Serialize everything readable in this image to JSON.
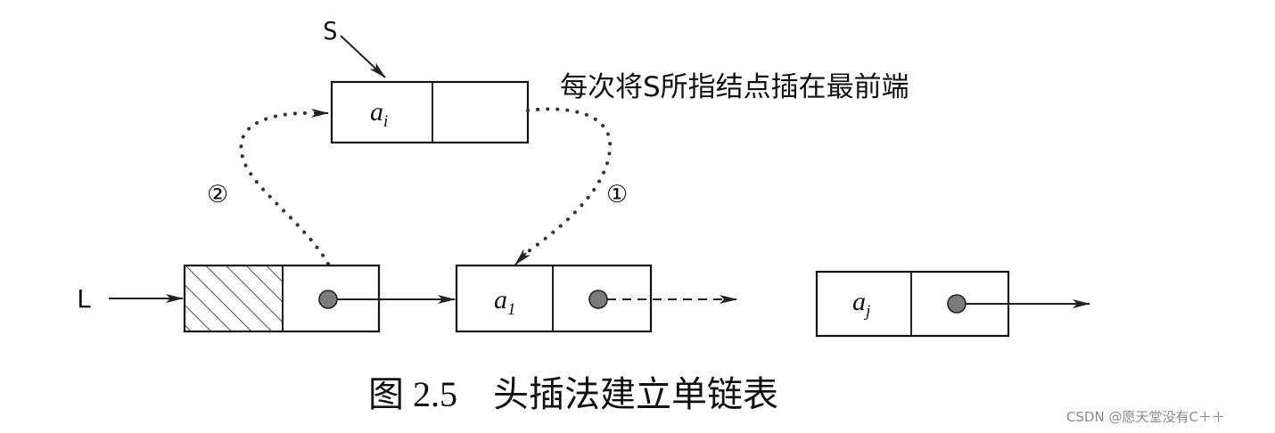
{
  "diagram": {
    "pointer_s": "S",
    "pointer_l": "L",
    "note": "每次将S所指结点插在最前端",
    "step_1": "①",
    "step_2": "②",
    "new_node": {
      "var": "a",
      "sub": "i"
    },
    "first_node": {
      "var": "a",
      "sub": "1"
    },
    "last_node": {
      "var": "a",
      "sub": "j"
    },
    "caption": "图 2.5　头插法建立单链表"
  },
  "watermark": "CSDN @愿天堂没有C＋＋"
}
